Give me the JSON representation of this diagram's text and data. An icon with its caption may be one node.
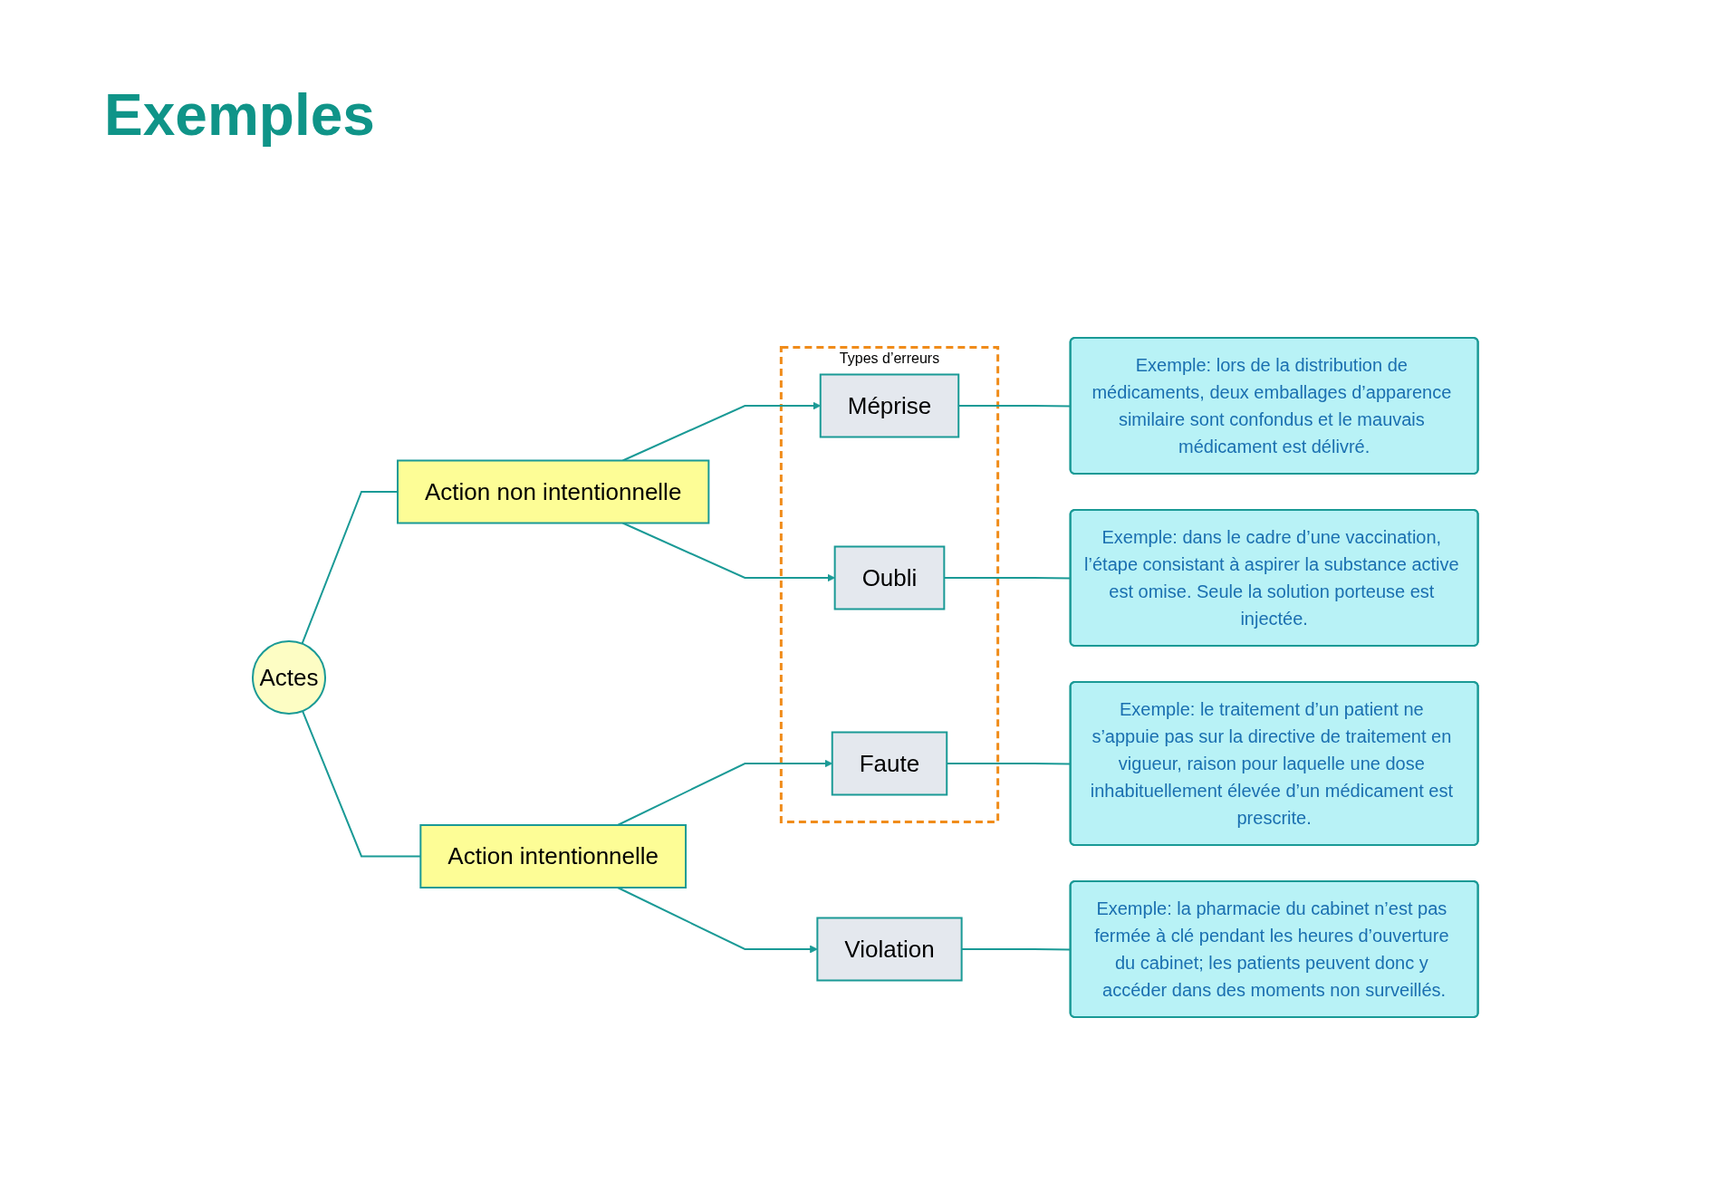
{
  "diagram": {
    "title": "Exemples",
    "nodes": [
      {
        "text": [
          "Actes"
        ]
      },
      {
        "text": [
          "Action non intentionnelle"
        ]
      },
      {
        "text": [
          "Action intentionnelle"
        ]
      },
      {
        "text": [
          "Types d’erreurs"
        ]
      },
      {
        "text": [
          "Méprise"
        ],
        "in": 3
      },
      {
        "text": [
          "Oubli"
        ],
        "in": 3
      },
      {
        "text": [
          "Faute"
        ],
        "in": 3
      },
      {
        "text": [
          "Violation"
        ]
      },
      {
        "text": [
          "Exemple: lors de la distribution de médicaments, deux emballages d’apparence similaire sont confondus et le mauvais médicament est délivré."
        ]
      },
      {
        "text": [
          "Exemple: dans le cadre d’une vaccination, l’étape consistant à aspirer la substance active est omise. Seule la solution porteuse est injectée."
        ]
      },
      {
        "text": [
          "Exemple: le traitement d’un patient ne s’appuie pas sur la directive de traitement en vigueur, raison pour laquelle une dose inhabituellement élevée d’un médicament est prescrite."
        ]
      },
      {
        "text": [
          "Exemple: la pharmacie du cabinet n’est pas fermée à clé pendant les heures d’ouverture du cabinet; les patients peuvent donc y accéder dans des moments non surveillés."
        ]
      }
    ],
    "edges": [
      {
        "from": 0,
        "to": 1,
        "arrow": "none"
      },
      {
        "from": 0,
        "to": 2,
        "arrow": "none"
      },
      {
        "from": 1,
        "to": 4,
        "arrow": "to"
      },
      {
        "from": 1,
        "to": 5,
        "arrow": "to"
      },
      {
        "from": 2,
        "to": 6,
        "arrow": "to"
      },
      {
        "from": 2,
        "to": 7,
        "arrow": "to"
      },
      {
        "from": 4,
        "to": 8,
        "arrow": "none"
      },
      {
        "from": 5,
        "to": 9,
        "arrow": "none"
      },
      {
        "from": 6,
        "to": 10,
        "arrow": "none"
      },
      {
        "from": 7,
        "to": 11,
        "arrow": "none"
      }
    ]
  }
}
